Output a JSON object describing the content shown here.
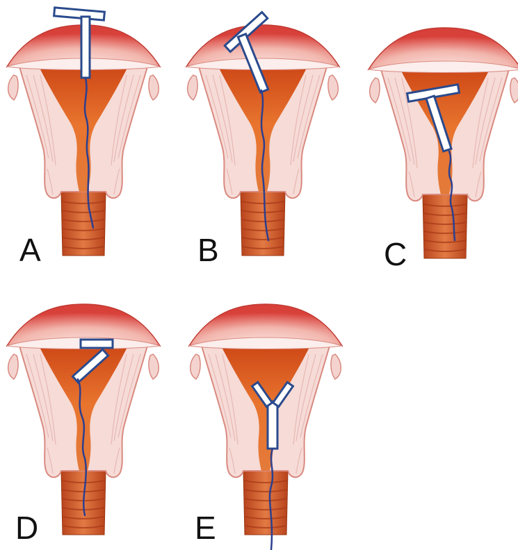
{
  "panels": [
    {
      "id": "A",
      "label": "A",
      "iud_type": "T-shaped",
      "iud_state": "protruding-through-fundus"
    },
    {
      "id": "B",
      "label": "B",
      "iud_type": "T-shaped",
      "iud_state": "rotated-embedded-in-fundus"
    },
    {
      "id": "C",
      "label": "C",
      "iud_type": "T-shaped",
      "iud_state": "displaced-low-in-cavity"
    },
    {
      "id": "D",
      "label": "D",
      "iud_type": "T-shaped",
      "iud_state": "tilted-in-upper-cavity"
    },
    {
      "id": "E",
      "label": "E",
      "iud_type": "Y-shaped",
      "iud_state": "low-in-cervical-canal"
    }
  ],
  "colors": {
    "myometrium": "#f4d3cf",
    "myometrium_edge": "#d98a80",
    "serosa_cap": "#d8403a",
    "cavity": "#e0652a",
    "vagina": "#d75a2a",
    "vagina_rings": "#a83a18",
    "iud_outline": "#2a4a8c",
    "iud_fill": "#ffffff",
    "string": "#2c3f8f",
    "background": "#ffffff",
    "label": "#111111"
  }
}
